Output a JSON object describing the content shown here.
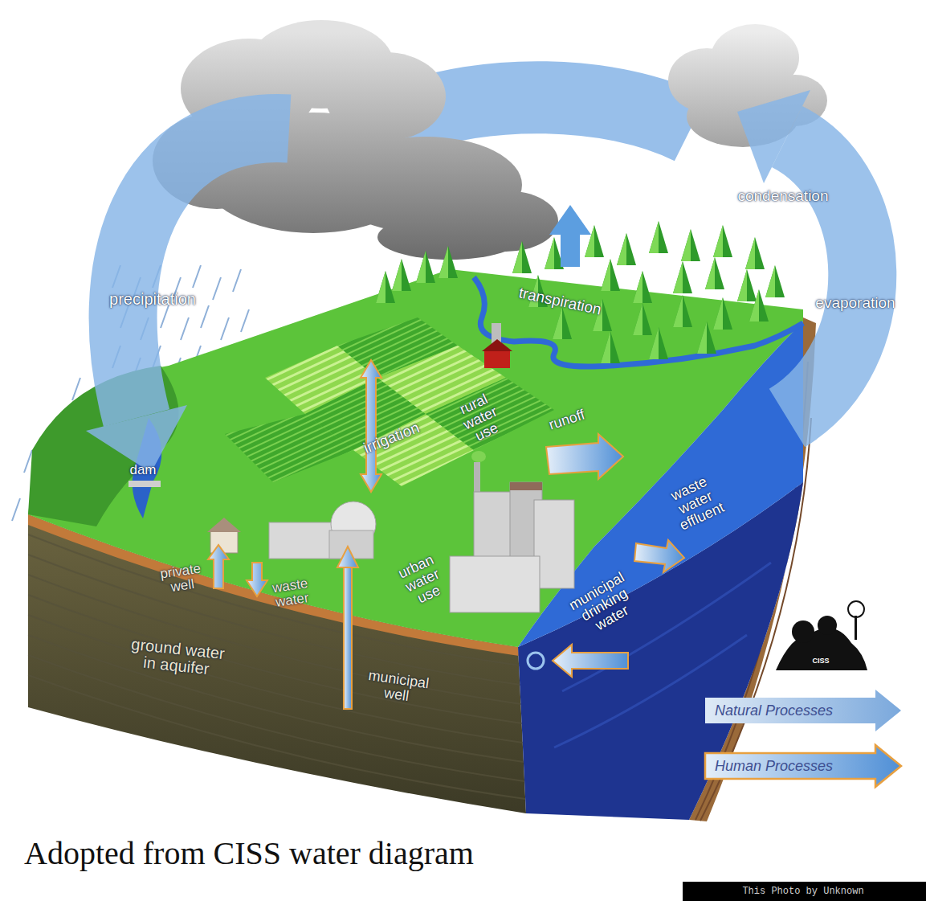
{
  "diagram": {
    "caption": "Adopted from CISS water diagram",
    "labels": [
      "precipitation",
      "condensation",
      "transpiration",
      "evaporation",
      "irrigation",
      "rural water use",
      "runoff",
      "dam",
      "waste water effluent",
      "urban water use",
      "private well",
      "waste water",
      "municipal drinking water",
      "ground water in aquifer",
      "municipal well",
      "CISS",
      "This Photo by Unknown"
    ],
    "legend": [
      {
        "text": "Natural Processes"
      },
      {
        "text": "Human Processes"
      }
    ]
  }
}
